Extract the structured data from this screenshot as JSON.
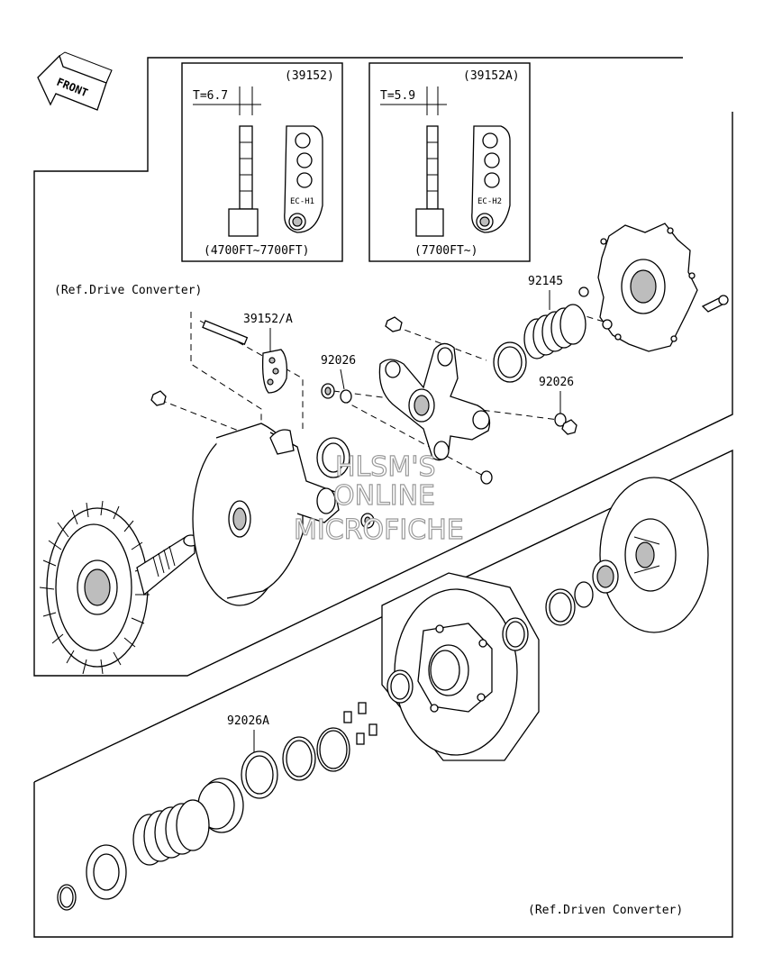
{
  "front_arrow": {
    "label": "FRONT"
  },
  "inset_left": {
    "part_no": "(39152)",
    "thickness": "T=6.7",
    "stamp": "EC-H1",
    "altitude": "(4700FT~7700FT)"
  },
  "inset_right": {
    "part_no": "(39152A)",
    "thickness": "T=5.9",
    "stamp": "EC-H2",
    "altitude": "(7700FT~)"
  },
  "refs": {
    "drive": "(Ref.Drive Converter)",
    "driven": "(Ref.Driven Converter)"
  },
  "callouts": {
    "c1": "39152/A",
    "c2": "92026",
    "c3": "92145",
    "c4": "92026",
    "c5": "92026A"
  },
  "watermark": {
    "line1": "HLSM'S",
    "line2": "ONLINE",
    "line3": "MICROFICHE"
  }
}
